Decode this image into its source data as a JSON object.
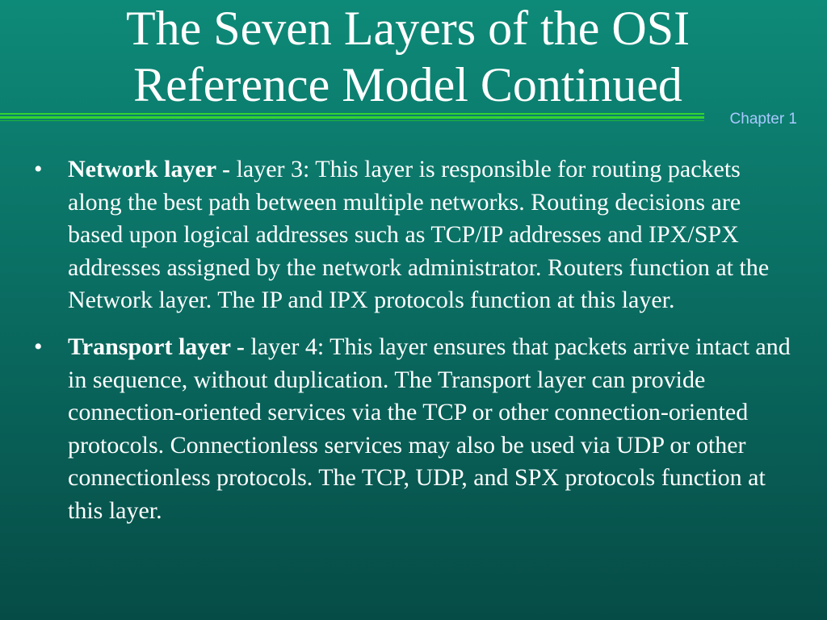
{
  "slide": {
    "title_line1": "The Seven Layers of the OSI",
    "title_line2": "Reference Model Continued",
    "chapter": "Chapter 1",
    "bullet_symbol": "•",
    "items": [
      {
        "term": "Network layer - ",
        "text": "layer 3: This layer is responsible for routing packets along the best path between multiple networks. Routing decisions are based upon logical addresses such as TCP/IP addresses and IPX/SPX addresses assigned by the network administrator.  Routers function at the Network layer. The IP and IPX protocols function at this layer."
      },
      {
        "term": "Transport layer - ",
        "text": "layer 4: This layer ensures that packets arrive intact and in sequence, without duplication.  The Transport layer can provide connection-oriented services via the TCP or other connection-oriented protocols.  Connectionless services may also be used via UDP or other connectionless protocols. The TCP, UDP, and SPX protocols function at this layer."
      }
    ]
  }
}
